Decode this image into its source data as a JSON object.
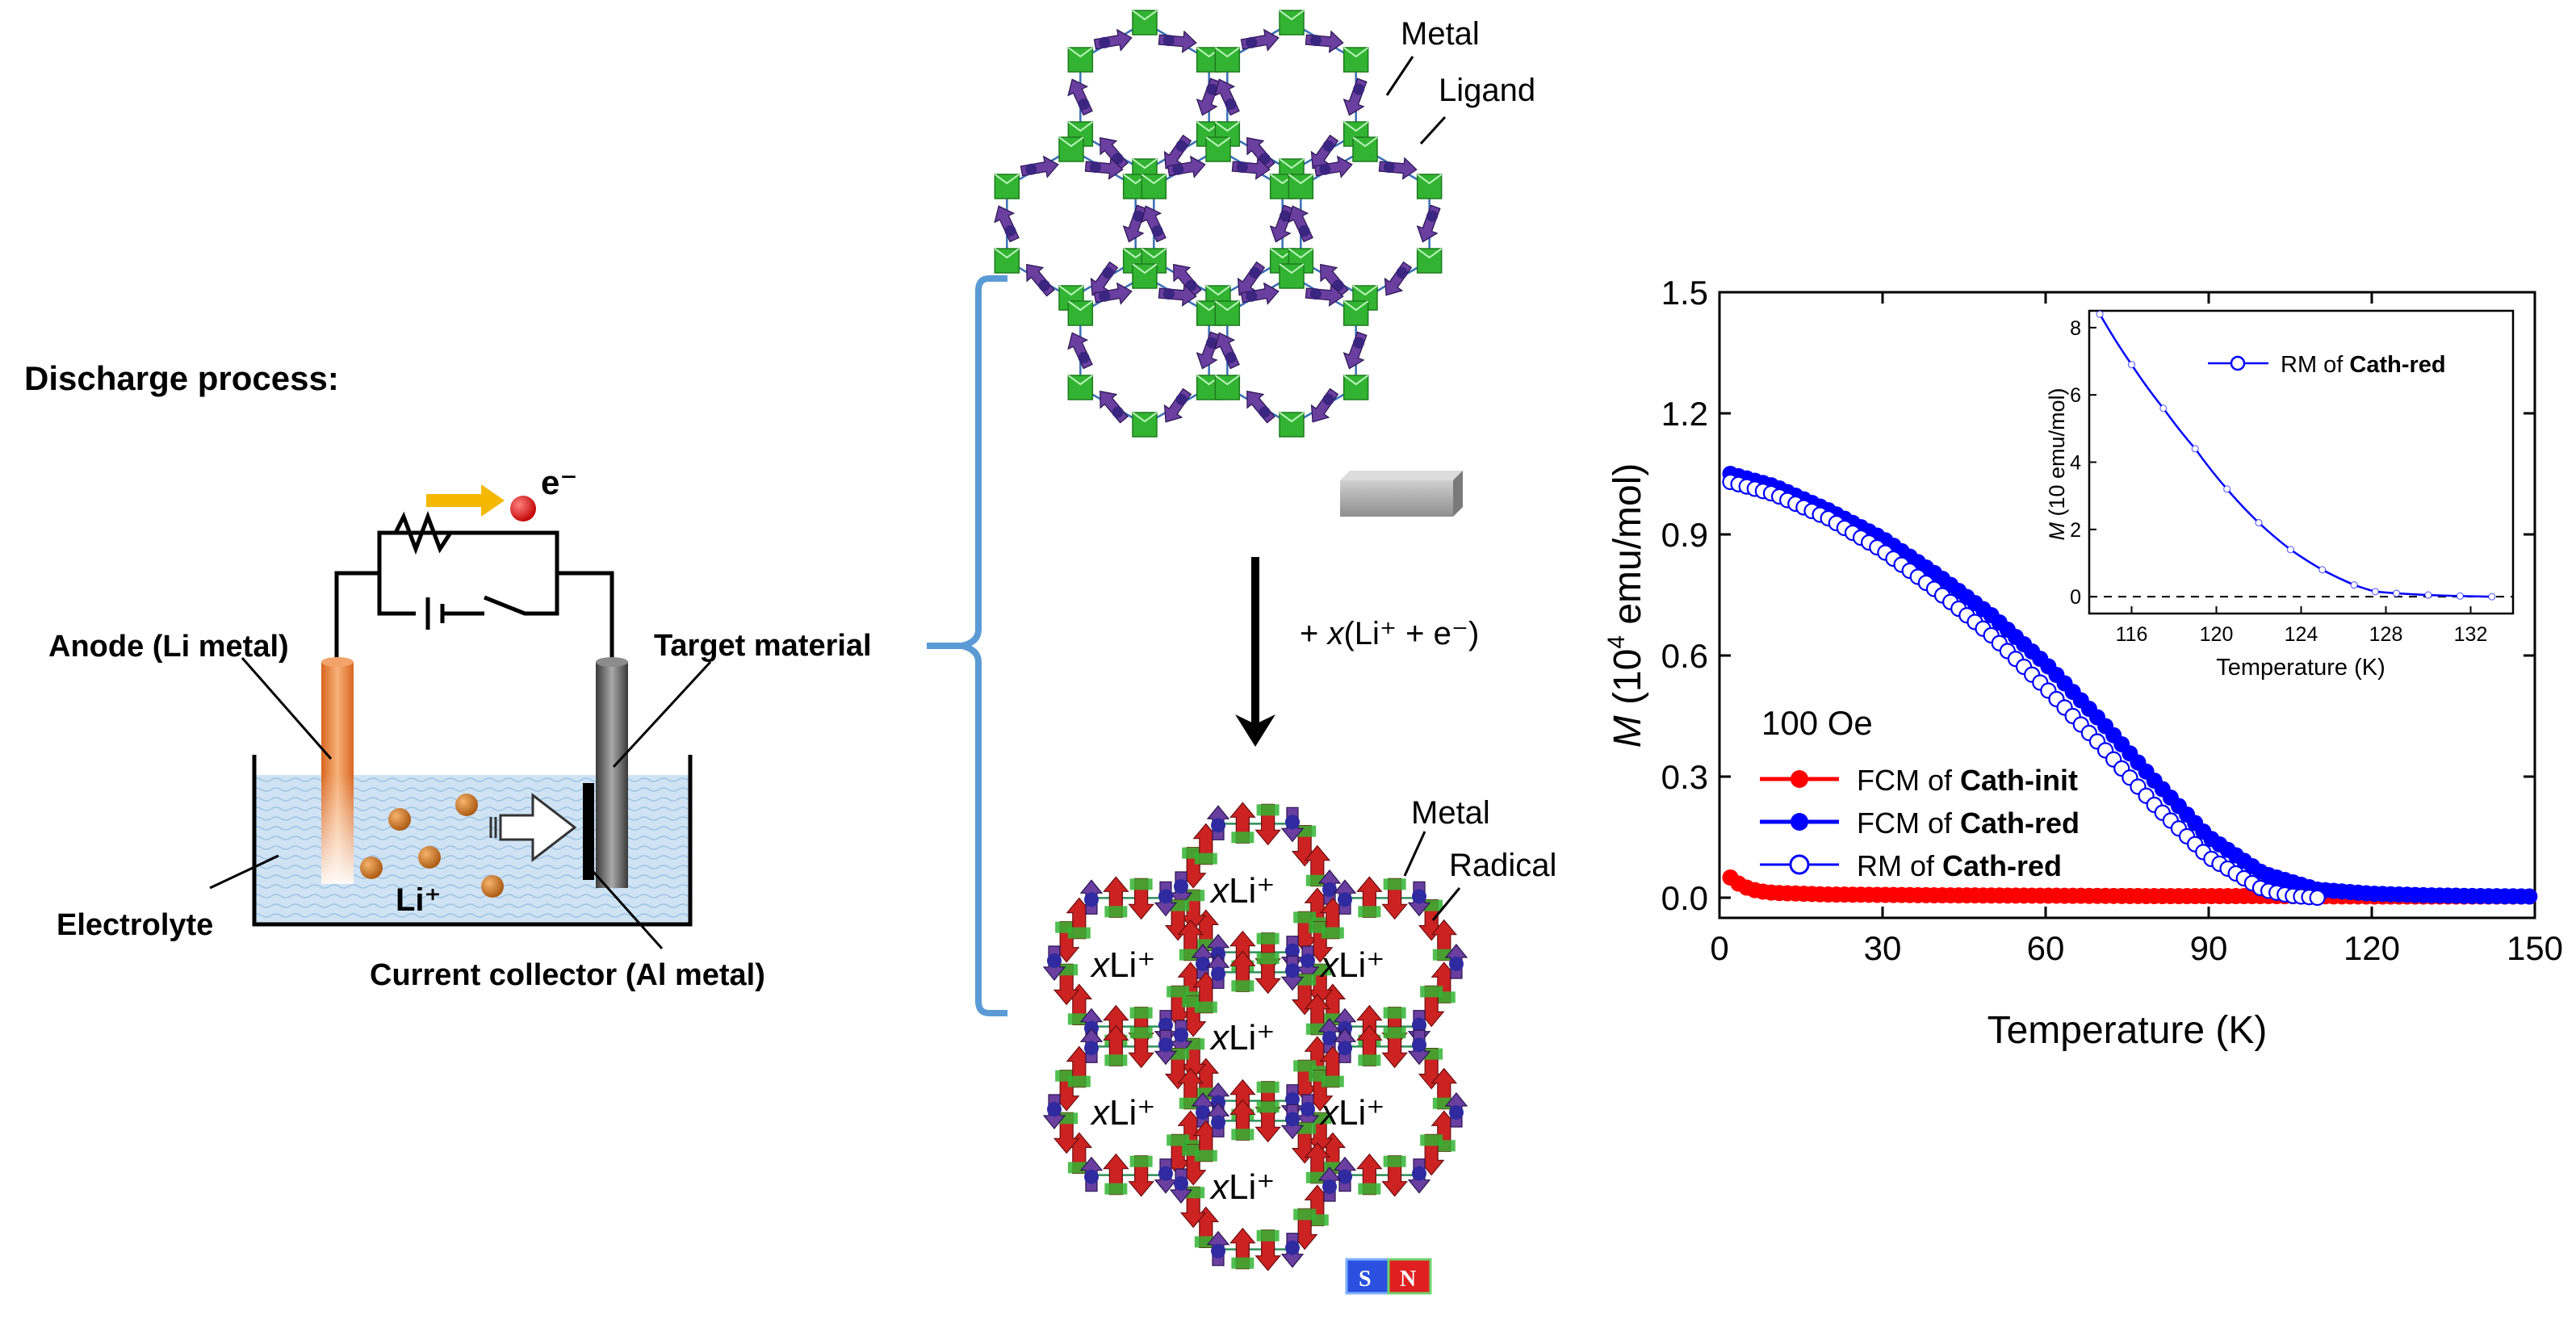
{
  "cell": {
    "title": "Discharge process:",
    "electron_label": "e⁻",
    "ion_label": "Li⁺",
    "anode_label": "Anode (Li metal)",
    "target_label": "Target material",
    "electrolyte_label": "Electrolyte",
    "collector_label": "Current collector (Al metal)"
  },
  "framework": {
    "top_labels": {
      "metal": "Metal",
      "ligand": "Ligand"
    },
    "arrow_label_prefix": "+ ",
    "arrow_label_italic": "x",
    "arrow_label_suffix": "(Li⁺ + e⁻)",
    "bottom_labels": {
      "metal": "Metal",
      "radical": "Radical"
    },
    "cavity_italic": "x",
    "cavity_ion": "Li⁺",
    "magnet_south": "S",
    "magnet_north": "N"
  },
  "colors": {
    "metal_node": "#6a3fa0",
    "ligand_node": "#32b432",
    "radical_node": "#cc2222",
    "bracket": "#5b9bd5",
    "fcm_init": "#ff0000",
    "fcm_red": "#0000ff",
    "rm_red": "#0000ff",
    "current_arrow": "#f5b800",
    "electron": "#e00000",
    "li_ion": "#c8741a",
    "electrolyte": "#cfe3f4"
  },
  "chart_data": [
    {
      "type": "scatter",
      "xlabel": "Temperature (K)",
      "ylabel_italic": "M",
      "ylabel_prefix": " (10",
      "ylabel_exp": "4",
      "ylabel_suffix": " emu/mol)",
      "xlim": [
        0,
        150
      ],
      "ylim": [
        -0.05,
        1.5
      ],
      "xticks": [
        "0",
        "30",
        "60",
        "90",
        "120",
        "150"
      ],
      "yticks": [
        "0.0",
        "0.3",
        "0.6",
        "0.9",
        "1.2",
        "1.5"
      ],
      "annotation": "100 Oe",
      "series": [
        {
          "name_prefix": "FCM of ",
          "name_bold": "Cath-init",
          "marker": "filled",
          "color": "#ff0000",
          "x": [
            2,
            4,
            6,
            8,
            10,
            15,
            20,
            30,
            40,
            60,
            80,
            100,
            120,
            150
          ],
          "y": [
            0.05,
            0.03,
            0.02,
            0.015,
            0.012,
            0.01,
            0.008,
            0.007,
            0.006,
            0.005,
            0.004,
            0.004,
            0.003,
            0.003
          ]
        },
        {
          "name_prefix": "FCM of ",
          "name_bold": "Cath-red",
          "marker": "filled",
          "color": "#0000ff",
          "x": [
            2,
            10,
            20,
            30,
            40,
            50,
            60,
            70,
            80,
            90,
            100,
            110,
            120,
            130,
            140,
            150
          ],
          "y": [
            1.05,
            1.02,
            0.96,
            0.89,
            0.8,
            0.7,
            0.58,
            0.44,
            0.29,
            0.15,
            0.06,
            0.02,
            0.01,
            0.006,
            0.004,
            0.003
          ]
        },
        {
          "name_prefix": "RM of ",
          "name_bold": "Cath-red",
          "marker": "open",
          "color": "#0000ff",
          "x": [
            2,
            10,
            20,
            30,
            40,
            50,
            60,
            70,
            80,
            90,
            100,
            105,
            110
          ],
          "y": [
            1.03,
            1.0,
            0.94,
            0.86,
            0.76,
            0.65,
            0.52,
            0.38,
            0.23,
            0.1,
            0.02,
            0.005,
            0.0
          ]
        }
      ]
    },
    {
      "type": "line",
      "xlabel": "Temperature (K)",
      "ylabel_italic": "M",
      "ylabel_suffix": " (10 emu/mol)",
      "xlim": [
        114,
        134
      ],
      "ylim": [
        -0.5,
        8.5
      ],
      "xticks": [
        "116",
        "120",
        "124",
        "128",
        "132"
      ],
      "yticks": [
        "0",
        "2",
        "4",
        "6",
        "8"
      ],
      "series": [
        {
          "name_prefix": "RM of ",
          "name_bold": "Cath-red",
          "marker": "open",
          "color": "#0000ff",
          "x": [
            114.5,
            116,
            117.5,
            119,
            120.5,
            122,
            123.5,
            125,
            126.5,
            127.5,
            128.5,
            130,
            131.5,
            133
          ],
          "y": [
            8.4,
            6.9,
            5.6,
            4.4,
            3.2,
            2.2,
            1.4,
            0.8,
            0.35,
            0.15,
            0.1,
            0.05,
            0.02,
            0.0
          ]
        }
      ]
    }
  ]
}
